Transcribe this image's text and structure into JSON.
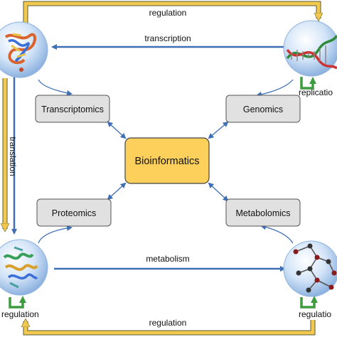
{
  "labels": {
    "regulation_top": "regulation",
    "transcription": "transcription",
    "translation": "translation",
    "metabolism": "metabolism",
    "regulation_bottom": "regulation",
    "replication": "replicatio",
    "regulation_left": "regulation",
    "regulation_right": "regulatio"
  },
  "boxes": {
    "transcriptomics": "Transcriptomics",
    "genomics": "Genomics",
    "bioinformatics": "Bioinformatics",
    "proteomics": "Proteomics",
    "metabolomics": "Metabolomics"
  },
  "nodes": {
    "rna": "rna-structure-icon",
    "dna": "dna-helix-icon",
    "protein": "protein-structure-icon",
    "metabolite": "metabolic-network-icon"
  },
  "colors": {
    "regulation_arrow": "#f2c94c",
    "flow_arrow": "#3f6fb4",
    "center_box": "#fcd05a",
    "omics_box": "#e1e1e1",
    "cycle_arrow": "#3f9b3f"
  }
}
